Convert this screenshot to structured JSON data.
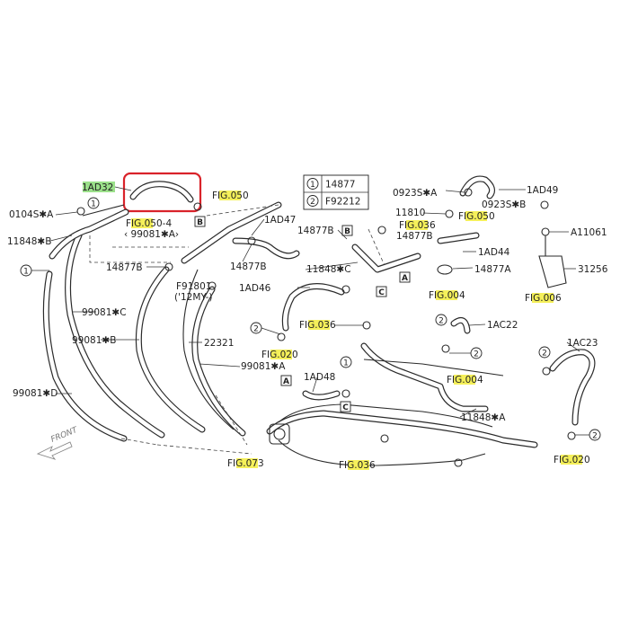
{
  "highlight_color_fig": "#f5f05a",
  "highlight_color_selected": "#9be08a",
  "selection_color": "#d9232a",
  "legend": [
    {
      "num": "1",
      "code": "14877"
    },
    {
      "num": "2",
      "code": "F92212"
    }
  ],
  "markers": [
    "A",
    "B",
    "C"
  ],
  "front_label": "FRONT",
  "labels": {
    "1AD32": "1AD32",
    "0104S_A": "0104S✱A",
    "11848_B": "11848✱B",
    "FIG050_4": "FIG.050-4",
    "99081A_paren": "‹ 99081✱A›",
    "FIG050_top": "FIG.050",
    "1AD47": "1AD47",
    "14877B_top": "14877B",
    "14877B_mid": "14877B",
    "14877B_left": "14877B",
    "11848_C": "11848✱C",
    "F91801": "F91801",
    "12MY": "('12MY-)",
    "1AD46": "1AD46",
    "99081_C": "99081✱C",
    "99081_B": "99081✱B",
    "22321": "22321",
    "99081_A": "99081✱A",
    "99081_D": "99081✱D",
    "FIG036_a": "FIG.036",
    "FIG020_a": "FIG.020",
    "1AD48": "1AD48",
    "FIG073": "FIG.073",
    "FIG036_b": "FIG.036",
    "FIG036_c": "FIG.036",
    "0923S_A": "0923S✱A",
    "0923S_B": "0923S✱B",
    "1AD49": "1AD49",
    "FIG050_r": "FIG.050",
    "11810": "11810",
    "14877B_r": "14877B",
    "1AD44": "1AD44",
    "14877A": "14877A",
    "FIG004_a": "FIG.004",
    "A11061": "A11061",
    "31256": "31256",
    "FIG006": "FIG.006",
    "1AC22": "1AC22",
    "FIG004_b": "FIG.004",
    "11848_A": "11848✱A",
    "1AC23": "1AC23",
    "FIG020_b": "FIG.020"
  }
}
